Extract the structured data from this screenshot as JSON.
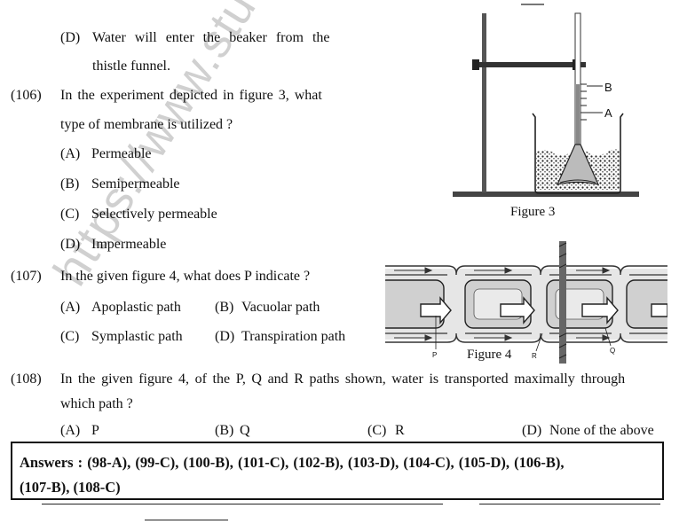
{
  "watermark": "https://www.stuc",
  "q105_option_d": {
    "label": "(D)",
    "line1": "Water will enter the beaker from the",
    "line2": "thistle funnel."
  },
  "q106": {
    "number": "(106)",
    "line1": "In the experiment depicted in figure 3, what",
    "line2": "type of membrane is utilized ?",
    "options": [
      {
        "label": "(A)",
        "text": "Permeable"
      },
      {
        "label": "(B)",
        "text": "Semipermeable"
      },
      {
        "label": "(C)",
        "text": "Selectively permeable"
      },
      {
        "label": "(D)",
        "text": "Impermeable"
      }
    ]
  },
  "q107": {
    "number": "(107)",
    "text": "In the given figure 4, what does P indicate ?",
    "options": [
      {
        "label": "(A)",
        "text": "Apoplastic path"
      },
      {
        "label": "(B)",
        "text": "Vacuolar path"
      },
      {
        "label": "(C)",
        "text": "Symplastic path"
      },
      {
        "label": "(D)",
        "text": "Transpiration path"
      }
    ]
  },
  "q108": {
    "number": "(108)",
    "line1": "In the given figure 4, of the P, Q and R paths shown, water is transported maximally through",
    "line2": "which path ?",
    "options": [
      {
        "label": "(A)",
        "text": "P"
      },
      {
        "label": "(B)",
        "text": "Q"
      },
      {
        "label": "(C)",
        "text": "R"
      },
      {
        "label": "(D)",
        "text": "None of the above"
      }
    ]
  },
  "figure3": {
    "caption": "Figure 3",
    "label_b": "B",
    "label_a": "A"
  },
  "figure4": {
    "caption": "Figure 4",
    "label_p": "P",
    "label_r": "R",
    "label_q": "Q"
  },
  "answers": {
    "line1": "Answers : (98-A), (99-C), (100-B), (101-C), (102-B), (103-D), (104-C), (105-D), (106-B),",
    "line2": "(107-B), (108-C)"
  }
}
